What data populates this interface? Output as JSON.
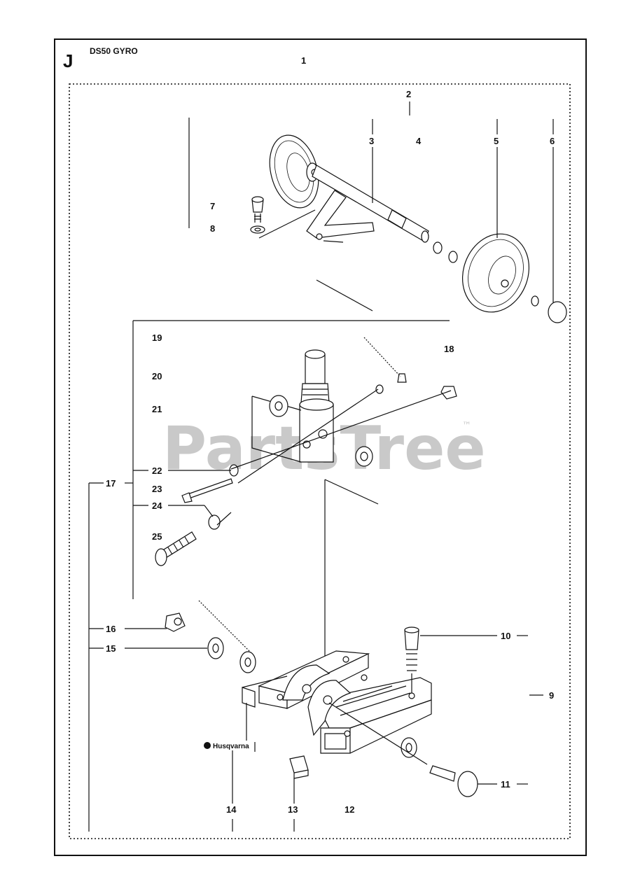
{
  "page": {
    "section_letter": "J",
    "model": "DS50 GYRO",
    "watermark": "PartsTree",
    "watermark_tm": "™",
    "brand": "Husqvarna"
  },
  "callouts": {
    "c1": "1",
    "c2": "2",
    "c3": "3",
    "c4": "4",
    "c5": "5",
    "c6": "6",
    "c7": "7",
    "c8": "8",
    "c9": "9",
    "c10": "10",
    "c11": "11",
    "c12": "12",
    "c13": "13",
    "c14": "14",
    "c15": "15",
    "c16": "16",
    "c17": "17",
    "c18": "18",
    "c19": "19",
    "c20": "20",
    "c21": "21",
    "c22": "22",
    "c23": "23",
    "c24": "24",
    "c25": "25"
  },
  "colors": {
    "ink": "#111111",
    "watermark": "#c9c9c9",
    "paper": "#ffffff"
  }
}
